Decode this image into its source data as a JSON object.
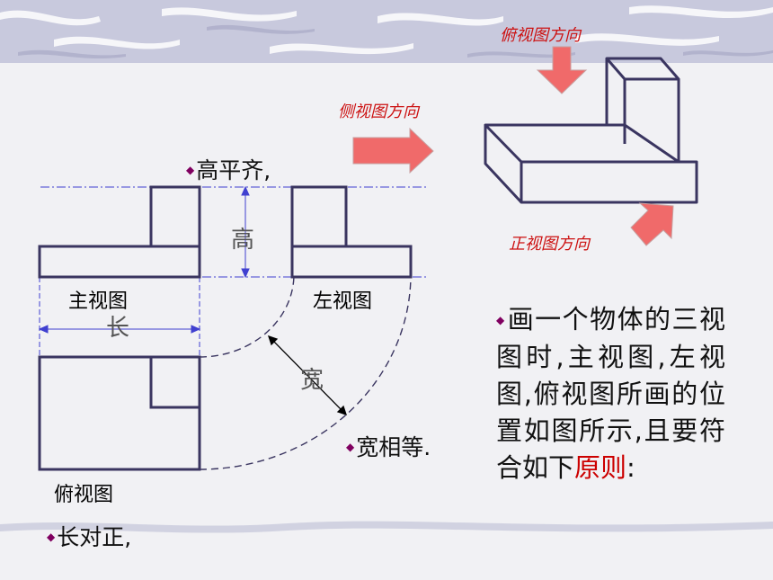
{
  "directions": {
    "top_view": "俯视图方向",
    "side_view": "侧视图方向",
    "front_view": "正视图方向"
  },
  "views": {
    "front": "主视图",
    "left": "左视图",
    "top": "俯视图"
  },
  "dimensions": {
    "height": "高",
    "length": "长",
    "width": "宽"
  },
  "rules": {
    "height": "高平齐,",
    "width": "宽相等.",
    "length": "长对正,"
  },
  "description": {
    "text": "画一个物体的三视图时,主视图,左视图,俯视图所画的位置如图所示,且要符合如下",
    "accent": "原则",
    "tail": ":"
  },
  "colors": {
    "accent": "#cc0000",
    "bullet": "#800060",
    "line": "#3a3560",
    "arrow_fill": "#f06a6a",
    "guide": "#4040d0"
  },
  "icons": [
    "diamond-bullet-icon",
    "arrow-right-icon",
    "arrow-down-icon",
    "arrow-up-left-icon"
  ]
}
